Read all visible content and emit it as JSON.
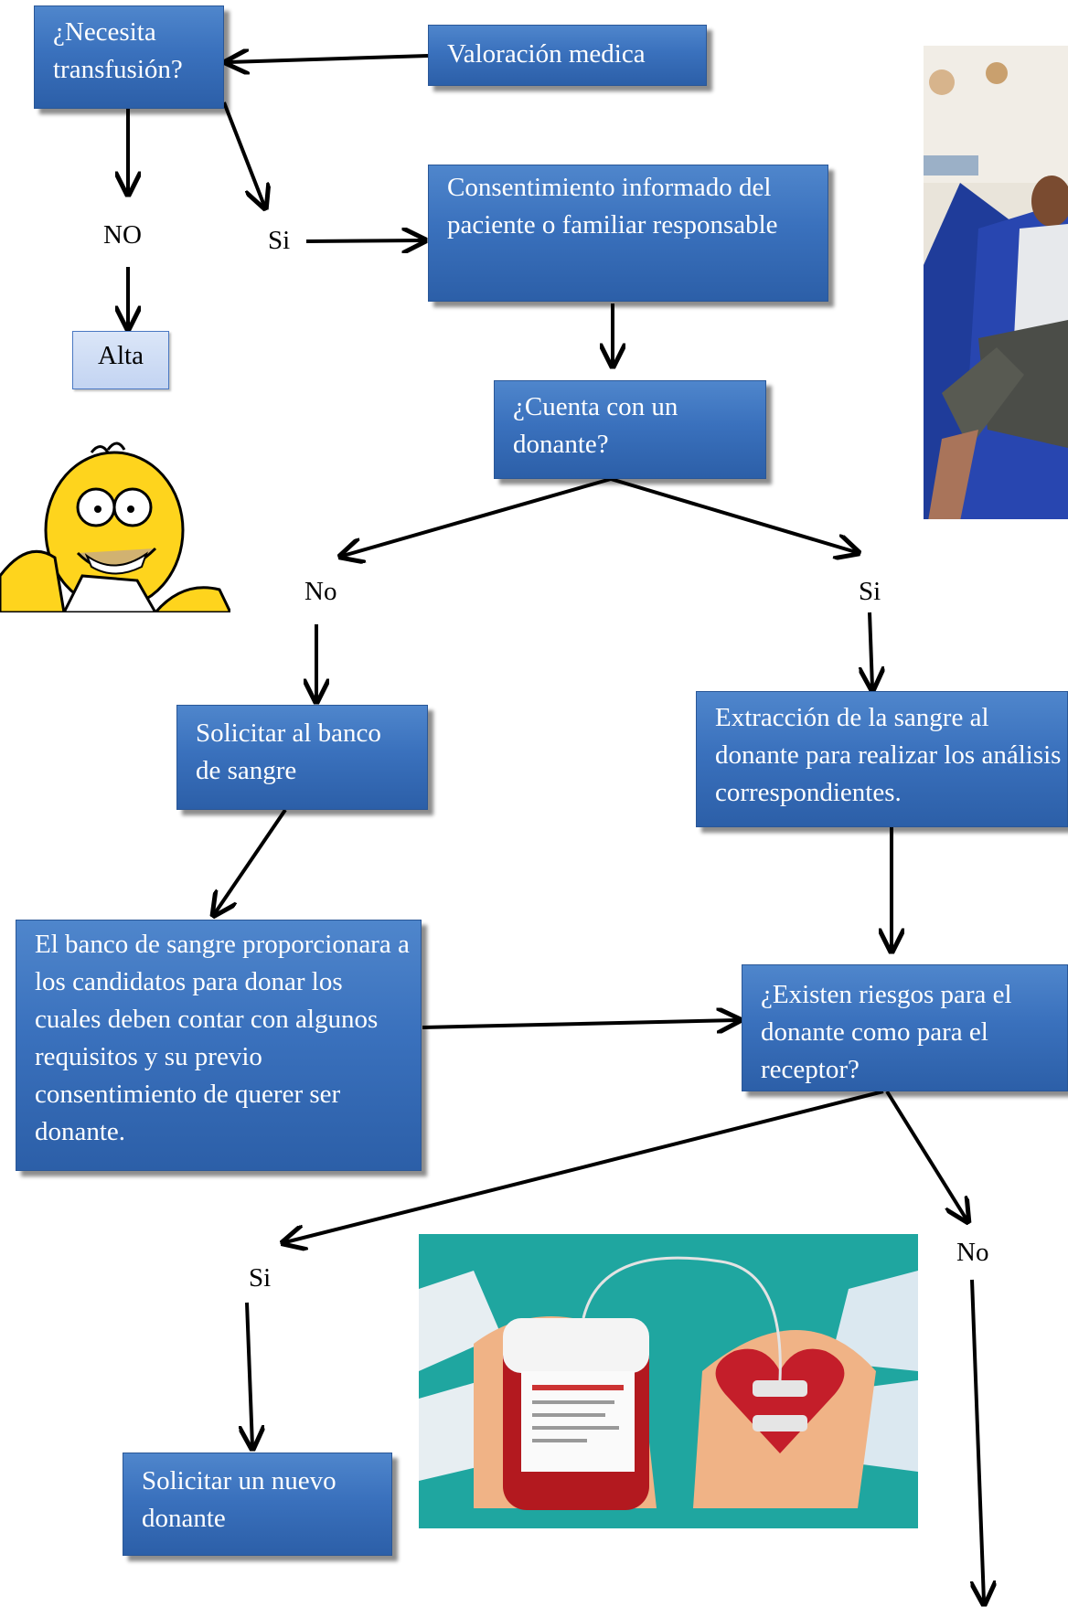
{
  "boxes": {
    "necesita": "¿Necesita transfusión?",
    "valoracion": "Valoración medica",
    "consentimiento": "Consentimiento informado del paciente o familiar responsable",
    "alta": "Alta",
    "cuenta": "¿Cuenta con un donante?",
    "solicitar_banco": "Solicitar al banco de sangre",
    "extraccion": "Extracción de la sangre al donante para realizar los análisis correspondientes.",
    "banco_proporcionara": "El banco de sangre proporcionara a los candidatos para donar los cuales deben contar con algunos requisitos y su previo consentimiento de querer ser donante.",
    "riesgos": "¿Existen riesgos para el donante como para el receptor?",
    "nuevo_donante": "Solicitar un nuevo donante"
  },
  "labels": {
    "no_upper": "NO",
    "si_upper": "Si",
    "no_middle": "No",
    "si_middle": "Si",
    "si_lower": "Si",
    "no_lower": "No"
  }
}
